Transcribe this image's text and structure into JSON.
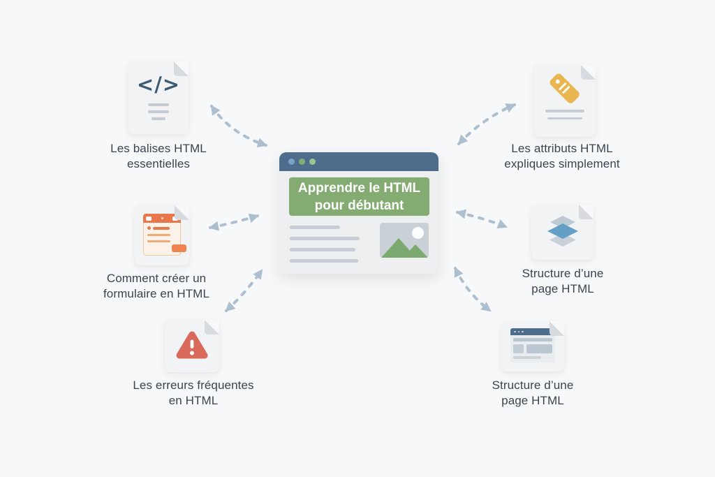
{
  "diagram": {
    "type": "mindmap",
    "center": {
      "title": "Apprendre le HTML pour débutant"
    },
    "nodes": [
      {
        "id": "balises",
        "icon": "code-file-icon",
        "label1": "Les balises HTML",
        "label2": "essentielles",
        "position": "top-left"
      },
      {
        "id": "formulaire",
        "icon": "form-file-icon",
        "label1": "Comment créer un",
        "label2": "formulaire en HTML",
        "position": "middle-left"
      },
      {
        "id": "erreurs",
        "icon": "warning-file-icon",
        "label1": "Les erreurs fréquentes",
        "label2": "en HTML",
        "position": "bottom-left"
      },
      {
        "id": "attributs",
        "icon": "tag-file-icon",
        "label1": "Les attributs HTML",
        "label2": "expliques simplement",
        "position": "top-right"
      },
      {
        "id": "structure1",
        "icon": "layers-file-icon",
        "label1": "Structure d’une",
        "label2": "page HTML",
        "position": "middle-right"
      },
      {
        "id": "structure2",
        "icon": "webpage-file-icon",
        "label1": "Structure d’une",
        "label2": "page HTML",
        "position": "bottom-right"
      }
    ],
    "icons": {
      "code_glyph": "</>"
    },
    "colors": {
      "background": "#f7f8f9",
      "browser_bar_blue": "#4e6d8c",
      "banner_green": "#84ac72",
      "arrow_gray_blue": "#adbfcf",
      "warning_red": "#d9695a",
      "tag_amber": "#eab64f",
      "form_orange": "#e8784c",
      "layers_blue": "#64a0c6",
      "label_text": "#39444f"
    }
  }
}
